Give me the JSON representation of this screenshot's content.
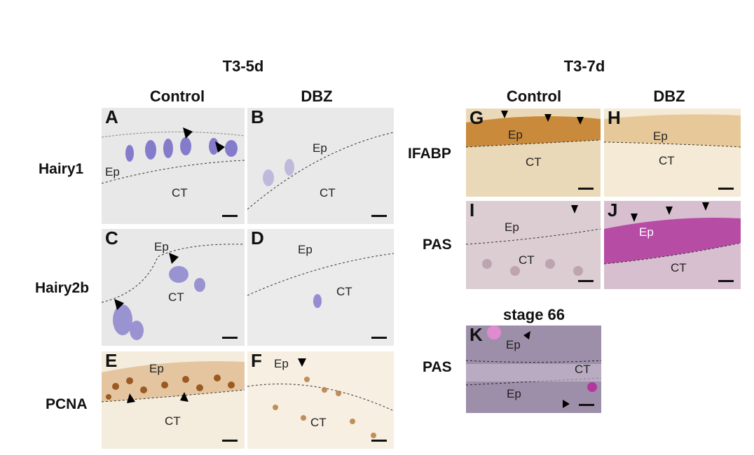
{
  "group_titles": {
    "left": "T3-5d",
    "right": "T3-7d",
    "stage": "stage 66"
  },
  "column_headers": {
    "left_control": "Control",
    "left_dbz": "DBZ",
    "right_control": "Control",
    "right_dbz": "DBZ"
  },
  "row_labels": {
    "hairy1": "Hairy1",
    "hairy2b": "Hairy2b",
    "pcna": "PCNA",
    "ifabp": "IFABP",
    "pas1": "PAS",
    "pas2": "PAS"
  },
  "panels": {
    "A": "A",
    "B": "B",
    "C": "C",
    "D": "D",
    "E": "E",
    "F": "F",
    "G": "G",
    "H": "H",
    "I": "I",
    "J": "J",
    "K": "K"
  },
  "tissue": {
    "ep": "Ep",
    "ct": "CT"
  },
  "colors": {
    "ish_bg": "#e6e6e6",
    "ish_stain": "#5b4fc0",
    "pcna_bg": "#f4ecdc",
    "pcna_stain": "#9a5a22",
    "ifabp_bg": "#ead3a8",
    "ifabp_band": "#c98a3c",
    "pas_bg": "#dccdd2",
    "pas_stain": "#b2379e",
    "k_bg": "#9d8faa"
  }
}
